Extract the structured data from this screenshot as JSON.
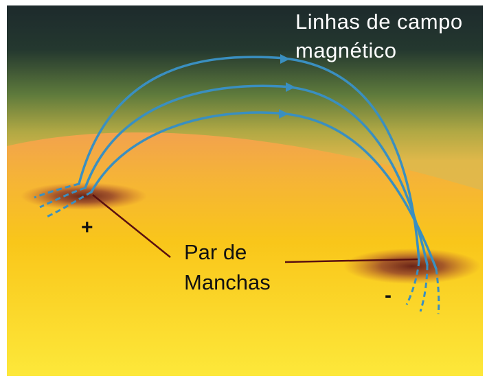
{
  "labels": {
    "title_line1": "Linhas de campo",
    "title_line2": "magnético",
    "pair_line1": "Par de",
    "pair_line2": "Manchas",
    "positive": "+",
    "negative": "-"
  },
  "colors": {
    "field_line": "#3a8fc0",
    "sky_top": "#1d2a2c",
    "surface": "#f7c414",
    "sunspot": "#8a3a2a",
    "pointer": "#5a1010"
  },
  "field_lines": {
    "count": 3,
    "direction": "from positive spot to negative spot"
  }
}
